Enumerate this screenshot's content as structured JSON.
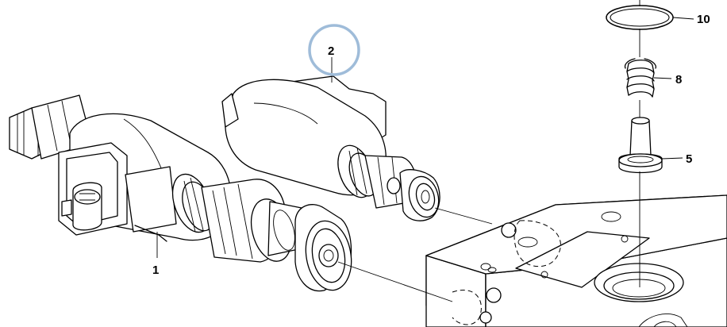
{
  "callouts": {
    "part_1": "1",
    "part_2": "2",
    "part_5": "5",
    "part_8": "8",
    "part_10": "10"
  },
  "highlight": {
    "target": "2",
    "color": "#9fbcd9"
  }
}
